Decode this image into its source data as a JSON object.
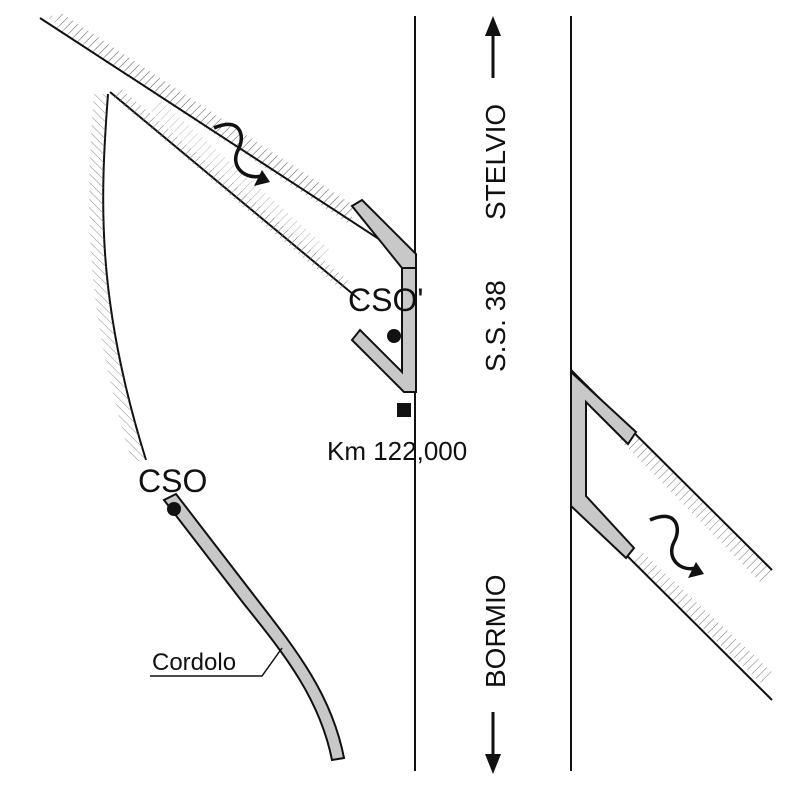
{
  "labels": {
    "road_name": "S.S. 38",
    "north_destination": "STELVIO",
    "south_destination": "BORMIO",
    "cso_prime": "CSO'",
    "cso": "CSO",
    "kilometer_marker": "Km 122,000",
    "curb": "Cordolo"
  },
  "colors": {
    "ink": "#111111",
    "curb_fill": "#c8c8c8",
    "hatch": "#777777",
    "background": "#ffffff"
  },
  "icons": {
    "flow_upper": "wavy-flow-arrow-icon",
    "flow_lower": "wavy-flow-arrow-icon",
    "direction_north": "arrow-up-icon",
    "direction_south": "arrow-down-icon",
    "marker_point": "filled-circle-icon",
    "kilometer_marker": "filled-square-icon"
  }
}
